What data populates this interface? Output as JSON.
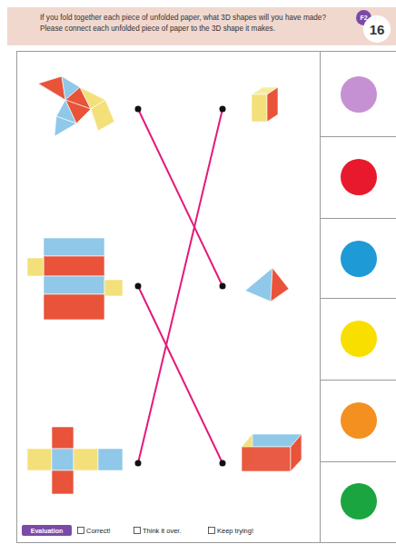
{
  "diagram": {
    "nodes": [
      {
        "text": [
          "If you fold together each piece of unfolded paper, what 3D shapes will you have made? Please connect each unfolded piece of paper to the 3D shape it makes."
        ]
      },
      {
        "text": [
          "F2"
        ],
        "in": 0
      },
      {
        "text": [
          "16"
        ],
        "in": 0
      },
      {
        "text": [
          "Evaluation"
        ]
      }
    ],
    "labels": [
      "Correct!",
      "Think it over.",
      "Keep trying!"
    ]
  }
}
